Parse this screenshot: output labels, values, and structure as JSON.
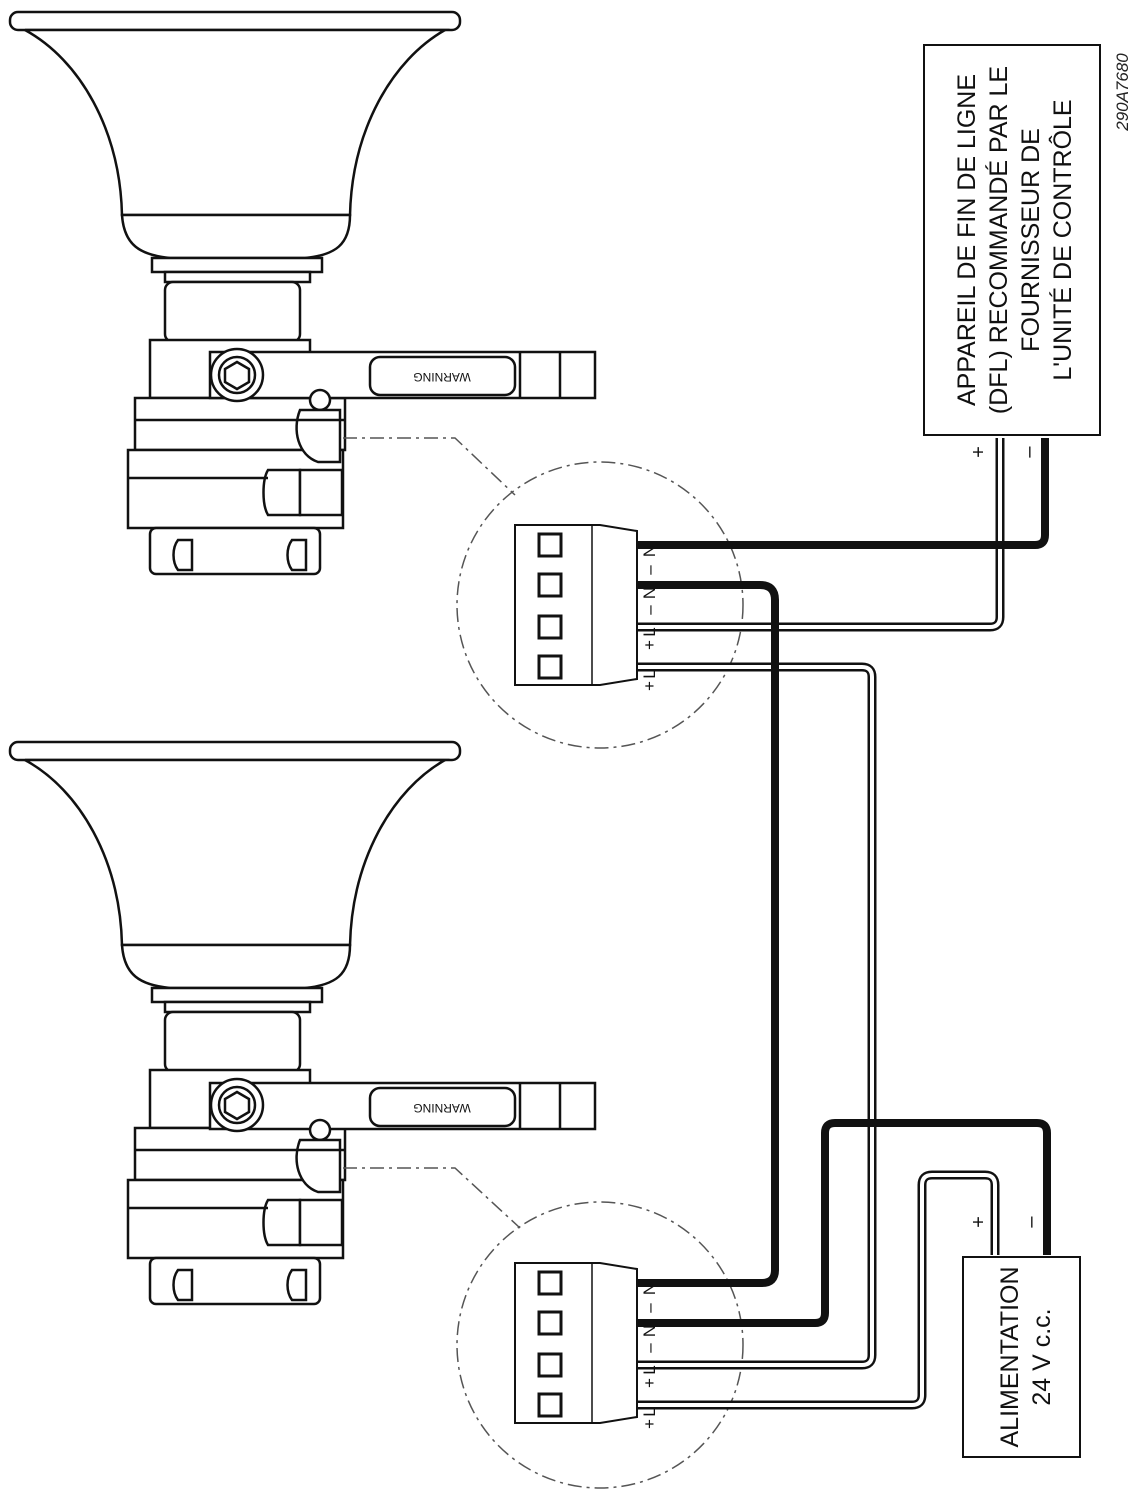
{
  "figure_id": "290A7680",
  "dfl_box": {
    "lines": [
      "APPAREIL DE FIN DE LIGNE",
      "(DFL) RECOMMANDÉ PAR LE",
      "FOURNISSEUR DE",
      "L'UNITÉ DE CONTRÔLE"
    ],
    "plus": "+",
    "minus": "–"
  },
  "power_box": {
    "lines": [
      "ALIMENTATION",
      "24 V c.c."
    ],
    "plus": "+",
    "minus": "–"
  },
  "horns": [
    {
      "warning_label": "WARNING"
    },
    {
      "warning_label": "WARNING"
    }
  ],
  "terminal_blocks": [
    {
      "terminals": [
        {
          "letter": "N",
          "sign": "–"
        },
        {
          "letter": "N",
          "sign": "–"
        },
        {
          "letter": "L",
          "sign": "+"
        },
        {
          "letter": "L",
          "sign": "+"
        }
      ]
    },
    {
      "terminals": [
        {
          "letter": "N",
          "sign": "–"
        },
        {
          "letter": "N",
          "sign": "–"
        },
        {
          "letter": "L",
          "sign": "+"
        },
        {
          "letter": "L",
          "sign": "+"
        }
      ]
    }
  ],
  "colors": {
    "negative_wire": "#111111",
    "positive_wire": "#ffffff",
    "line": "#111111",
    "horn_fill": "#ffffff"
  }
}
